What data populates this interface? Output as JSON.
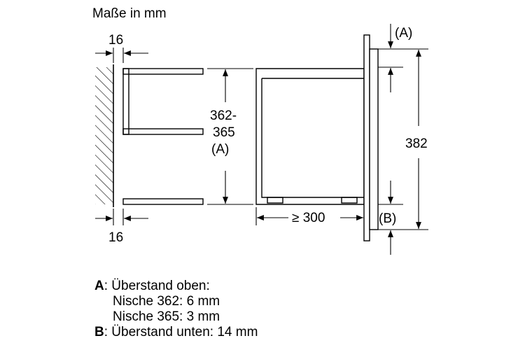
{
  "title": "Maße in mm",
  "dimensions": {
    "left_top": "16",
    "left_bottom": "16",
    "niche_height_line1": "362-",
    "niche_height_line2": "365",
    "niche_height_line3": "(A)",
    "depth": "≥ 300",
    "total_height": "382",
    "marker_top": "(A)",
    "marker_bottom": "(B)"
  },
  "legend": {
    "a_key": "A",
    "a_text": ": Überstand oben:",
    "a_line2": "Nische 362: 6 mm",
    "a_line3": "Nische 365: 3 mm",
    "b_key": "B",
    "b_text": ": Überstand unten: 14 mm"
  }
}
